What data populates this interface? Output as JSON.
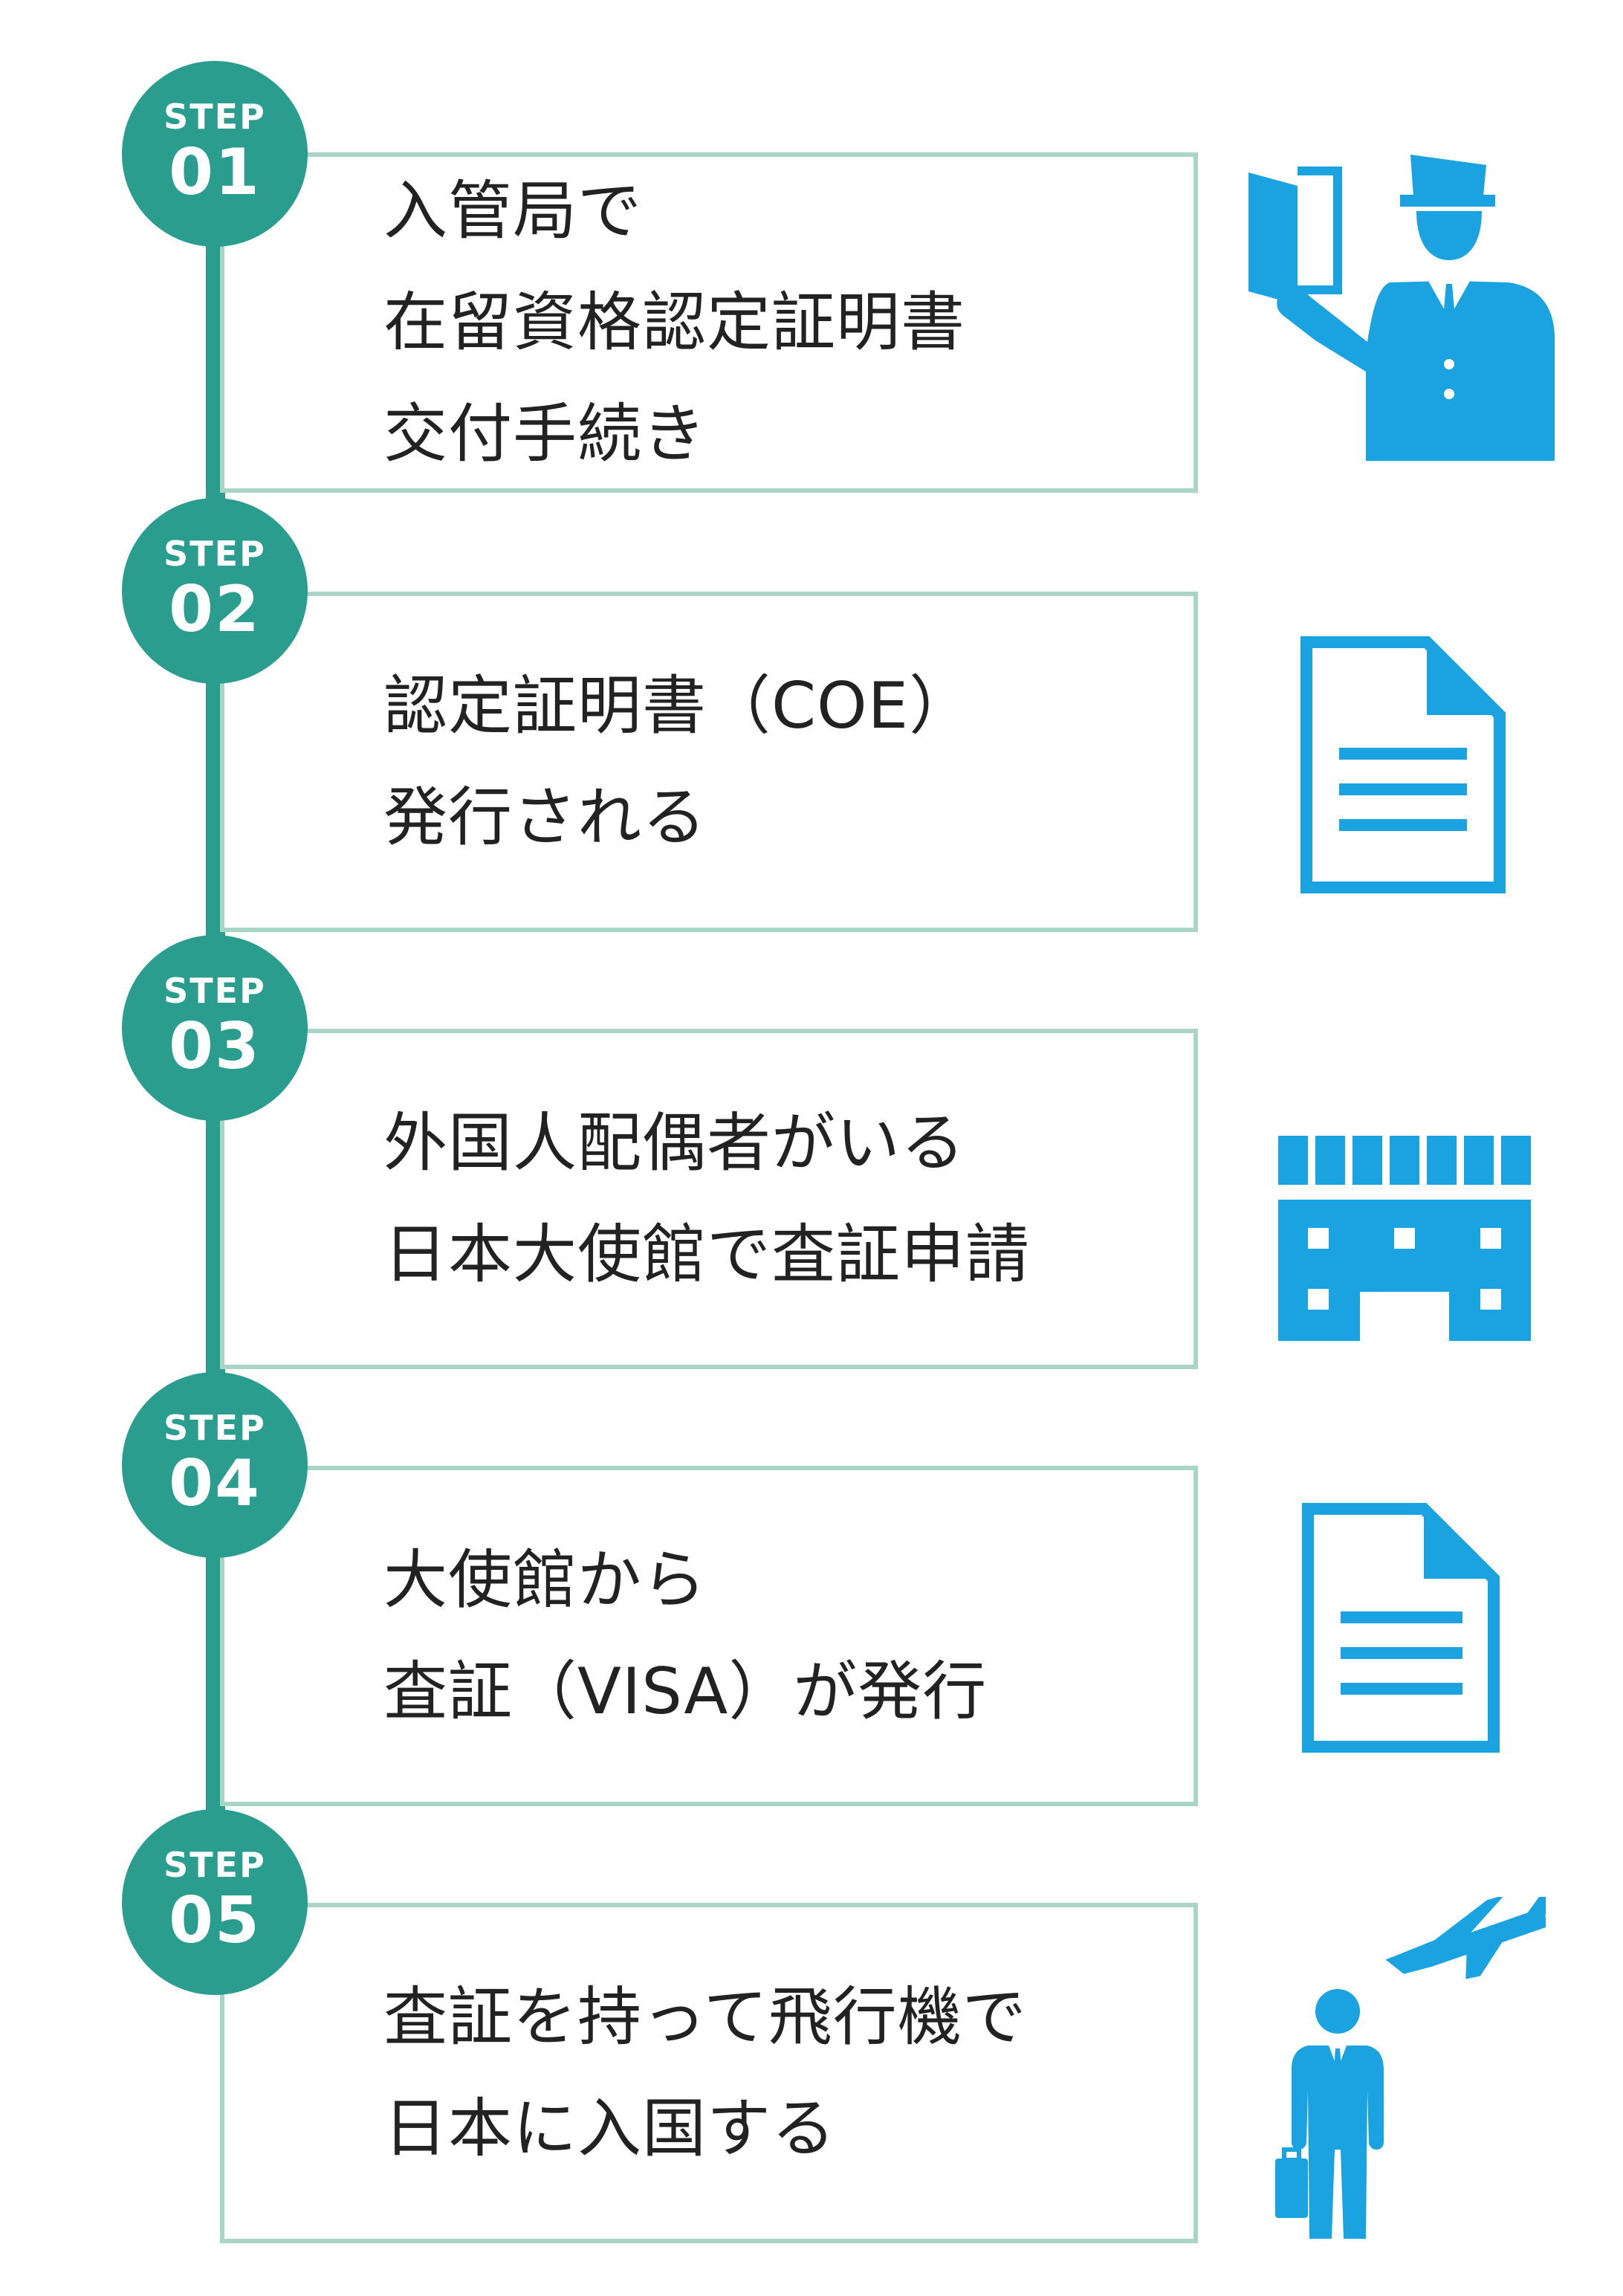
{
  "accent_color": "#2a9d8f",
  "box_border_color": "#a8d5c5",
  "icon_color": "#1aa3e0",
  "steps": [
    {
      "label": "STEP",
      "number": "01",
      "lines": [
        "入管局で",
        "在留資格認定証明書",
        "交付手続き"
      ],
      "icon": "immigration-officer-icon"
    },
    {
      "label": "STEP",
      "number": "02",
      "lines": [
        "認定証明書（COE）",
        "発行される"
      ],
      "icon": "document-icon"
    },
    {
      "label": "STEP",
      "number": "03",
      "lines": [
        "外国人配偶者がいる",
        "日本大使館で査証申請"
      ],
      "icon": "embassy-building-icon"
    },
    {
      "label": "STEP",
      "number": "04",
      "lines": [
        "大使館から",
        "査証（VISA）が発行"
      ],
      "icon": "document-icon"
    },
    {
      "label": "STEP",
      "number": "05",
      "lines": [
        "査証を持って飛行機で",
        "日本に入国する"
      ],
      "icon": "traveler-airplane-icon"
    }
  ]
}
